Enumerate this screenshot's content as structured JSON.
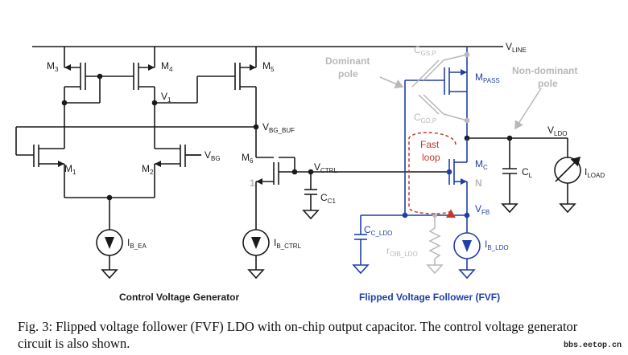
{
  "nodes": {
    "vline": "V",
    "vline_sub": "LINE",
    "vbg_buf": "V",
    "vbg_buf_sub": "BG_BUF",
    "v1": "V",
    "v1_sub": "1",
    "vbg": "V",
    "vbg_sub": "BG",
    "vctrl": "V",
    "vctrl_sub": "CTRL",
    "vldo": "V",
    "vldo_sub": "LDO",
    "vfb": "V",
    "vfb_sub": "FB"
  },
  "transistors": {
    "m1": "M",
    "m1_sub": "1",
    "m2": "M",
    "m2_sub": "2",
    "m3": "M",
    "m3_sub": "3",
    "m4": "M",
    "m4_sub": "4",
    "m5": "M",
    "m5_sub": "5",
    "m6": "M",
    "m6_sub": "6",
    "mpass": "M",
    "mpass_sub": "PASS",
    "mc": "M",
    "mc_sub": "C"
  },
  "components": {
    "ib_ea": "I",
    "ib_ea_sub": "B_EA",
    "ib_ctrl": "I",
    "ib_ctrl_sub": "B_CTRL",
    "ib_ldo": "I",
    "ib_ldo_sub": "B_LDO",
    "cc1": "C",
    "cc1_sub": "C1",
    "cc_ldo": "C",
    "cc_ldo_sub": "C_LDO",
    "cl": "C",
    "cl_sub": "L",
    "iload": "I",
    "iload_sub": "LOAD",
    "cgs": "C",
    "cgs_sub": "GS,P",
    "cgd": "C",
    "cgd_sub": "GD,P",
    "roib": "r",
    "roib_sub": "OIB_LDO",
    "m6_one": "1",
    "mc_n": "N"
  },
  "annotations": {
    "dominant_line1": "Dominant",
    "dominant_line2": "pole",
    "nondominant_line1": "Non-dominant",
    "nondominant_line2": "pole",
    "fast_line1": "Fast",
    "fast_line2": "loop"
  },
  "sections": {
    "left": "Control Voltage Generator",
    "right": "Flipped Voltage Follower (FVF)"
  },
  "caption": "Fig. 3: Flipped voltage follower (FVF) LDO with on-chip output capacitor. The control voltage generator circuit is also shown.",
  "watermark": "bbs.eetop.cn",
  "colors": {
    "wire": "#1a1a1a",
    "fvf": "#1f3fa6",
    "parasitic": "#b8b8b8",
    "fast_loop": "#c0392b"
  }
}
